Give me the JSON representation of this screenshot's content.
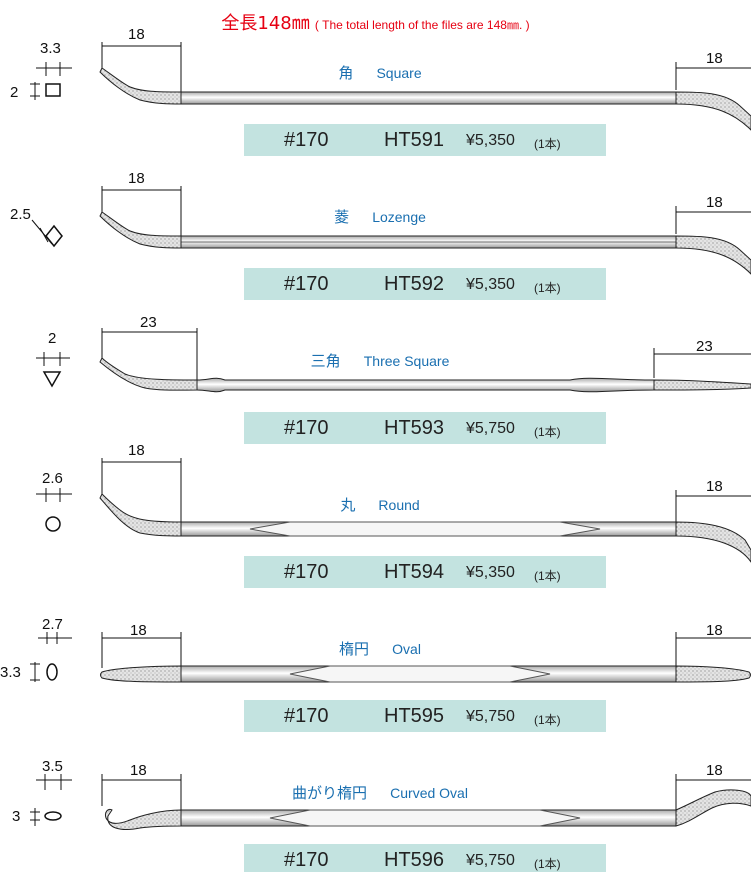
{
  "header": {
    "title": "全長148㎜",
    "subtitle": "( The total length of the files are 148㎜. )"
  },
  "products": [
    {
      "name_jp": "角",
      "name_en": "Square",
      "grit": "#170",
      "code": "HT591",
      "price": "¥5,350",
      "unit": "(1本)",
      "left_len": "18",
      "right_len": "18",
      "dim_top": "3.3",
      "dim_side": "2"
    },
    {
      "name_jp": "菱",
      "name_en": "Lozenge",
      "grit": "#170",
      "code": "HT592",
      "price": "¥5,350",
      "unit": "(1本)",
      "left_len": "18",
      "right_len": "18",
      "dim_top": "",
      "dim_side": "2.5"
    },
    {
      "name_jp": "三角",
      "name_en": "Three Square",
      "grit": "#170",
      "code": "HT593",
      "price": "¥5,750",
      "unit": "(1本)",
      "left_len": "23",
      "right_len": "23",
      "dim_top": "2",
      "dim_side": ""
    },
    {
      "name_jp": "丸",
      "name_en": "Round",
      "grit": "#170",
      "code": "HT594",
      "price": "¥5,350",
      "unit": "(1本)",
      "left_len": "18",
      "right_len": "18",
      "dim_top": "2.6",
      "dim_side": ""
    },
    {
      "name_jp": "楕円",
      "name_en": "Oval",
      "grit": "#170",
      "code": "HT595",
      "price": "¥5,750",
      "unit": "(1本)",
      "left_len": "18",
      "right_len": "18",
      "dim_top": "2.7",
      "dim_side": "3.3"
    },
    {
      "name_jp": "曲がり楕円",
      "name_en": "Curved Oval",
      "grit": "#170",
      "code": "HT596",
      "price": "¥5,750",
      "unit": "(1本)",
      "left_len": "18",
      "right_len": "18",
      "dim_top": "3.5",
      "dim_side": "3"
    }
  ]
}
